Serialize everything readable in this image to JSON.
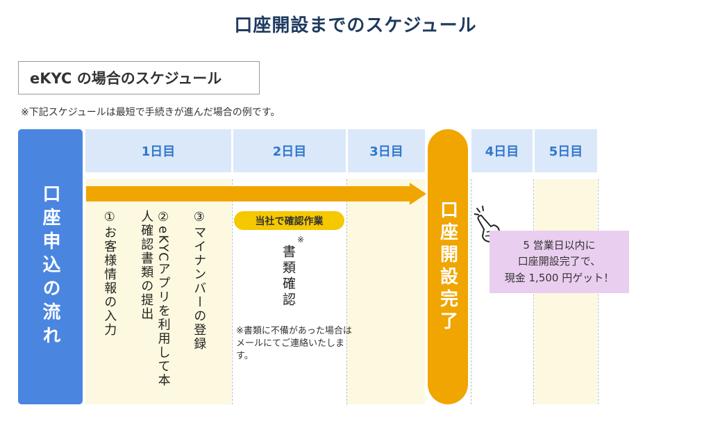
{
  "title": "口座開設までのスケジュール",
  "section_label": "eKYC の場合のスケジュール",
  "note": "※下記スケジュールは最短で手続きが進んだ場合の例です。",
  "flow_label": "口座申込の流れ",
  "days": [
    "1日目",
    "2日目",
    "3日目",
    "4日目",
    "5日目"
  ],
  "steps": [
    {
      "num": "①",
      "text": "お客様情報の入力"
    },
    {
      "num": "②",
      "text": "eKYCアプリを利用して本人確認書類の提出"
    },
    {
      "num": "③",
      "text": "マイナンバーの登録"
    }
  ],
  "company_check": "当社で確認作業",
  "doc_check": "書類確認",
  "doc_check_mark": "※",
  "doc_note": "※書類に不備があった場合はメールにてご連絡いたします。",
  "complete_label": "口座開設完了",
  "bonus_lines": [
    "5 営業日以内に",
    "口座開設完了で、",
    "現金 1,500 円ゲット！"
  ],
  "colors": {
    "blue": "#4a86e0",
    "orange": "#f0a500",
    "header": "#dbe8fa",
    "pink": "#eacef0",
    "yellow": "#f5c800"
  },
  "icons": {
    "hand": "pointing-hand-icon"
  }
}
